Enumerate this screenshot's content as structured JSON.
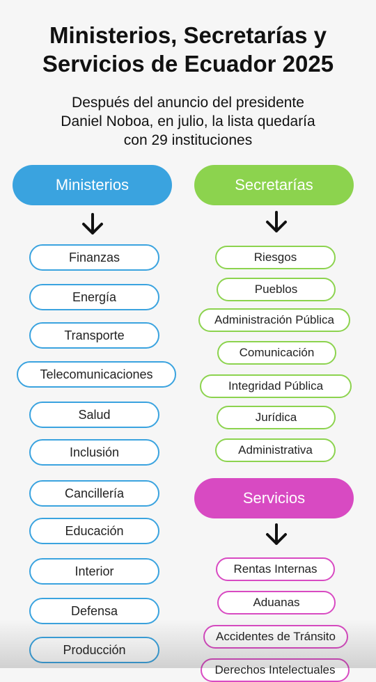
{
  "title": {
    "line1": "Ministerios, Secretarías y",
    "line2": "Servicios de Ecuador 2025"
  },
  "subtitle": {
    "line1": "Después del anuncio del presidente",
    "line2": "Daniel Noboa, en julio, la lista quedaría",
    "line3": "con 29 instituciones"
  },
  "colors": {
    "ministerios": "#3aa3df",
    "secretarias": "#8cd34e",
    "servicios": "#d84ac2"
  },
  "ministerios": {
    "label": "Ministerios",
    "items": [
      "Finanzas",
      "Energía",
      "Transporte",
      "Telecomunicaciones",
      "Salud",
      "Inclusión",
      "Cancillería",
      "Educación",
      "Interior",
      "Defensa",
      "Producción"
    ]
  },
  "secretarias": {
    "label": "Secretarías",
    "items": [
      "Riesgos",
      "Pueblos",
      "Administración Pública",
      "Comunicación",
      "Integridad Pública",
      "Jurídica",
      "Administrativa"
    ]
  },
  "servicios": {
    "label": "Servicios",
    "items": [
      "Rentas Internas",
      "Aduanas",
      "Accidentes de Tránsito",
      "Derechos Intelectuales"
    ]
  }
}
